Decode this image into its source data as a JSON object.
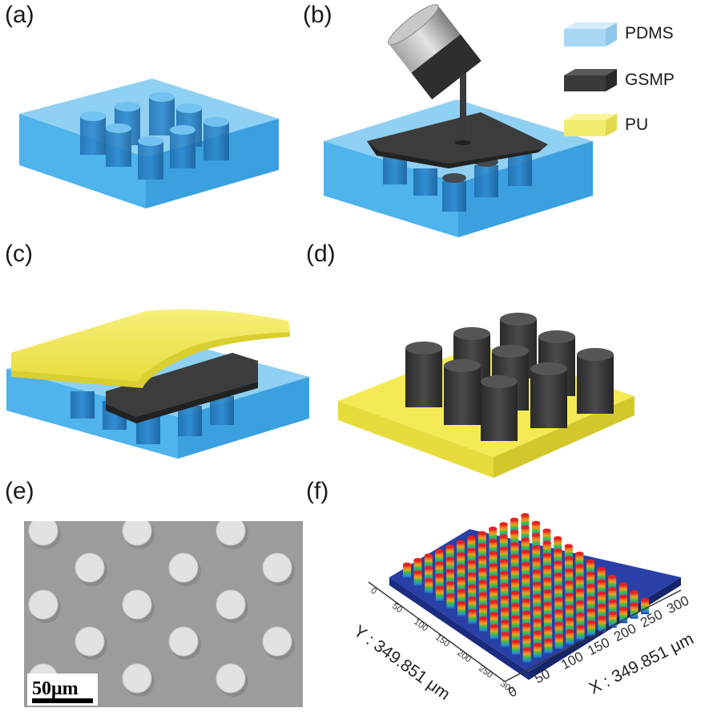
{
  "panels": {
    "a": "(a)",
    "b": "(b)",
    "c": "(c)",
    "d": "(d)",
    "e": "(e)",
    "f": "(f)"
  },
  "legend": [
    {
      "label": "PDMS",
      "color": "#a8d8f4"
    },
    {
      "label": "GSMP",
      "color": "#3a3a3a"
    },
    {
      "label": "PU",
      "color": "#f2ec6e"
    }
  ],
  "colors": {
    "pdms_block": "#4fb3ec",
    "pdms_block_dark": "#2f8fd0",
    "gsmp": "#3c3c3c",
    "pu": "#f3ea55",
    "sem_bg": "#9c9c9c",
    "sem_dot": "#e2e2e2"
  },
  "sem": {
    "scale_bar_label": "50μm"
  },
  "profile": {
    "y_axis_title": "Y : 349.851 μm",
    "x_axis_title": "X : 349.851 μm",
    "y_ticks": [
      "0",
      "50",
      "100",
      "150",
      "200",
      "250",
      "300"
    ],
    "x_ticks": [
      "0",
      "50",
      "100",
      "150",
      "200",
      "250",
      "300"
    ]
  }
}
